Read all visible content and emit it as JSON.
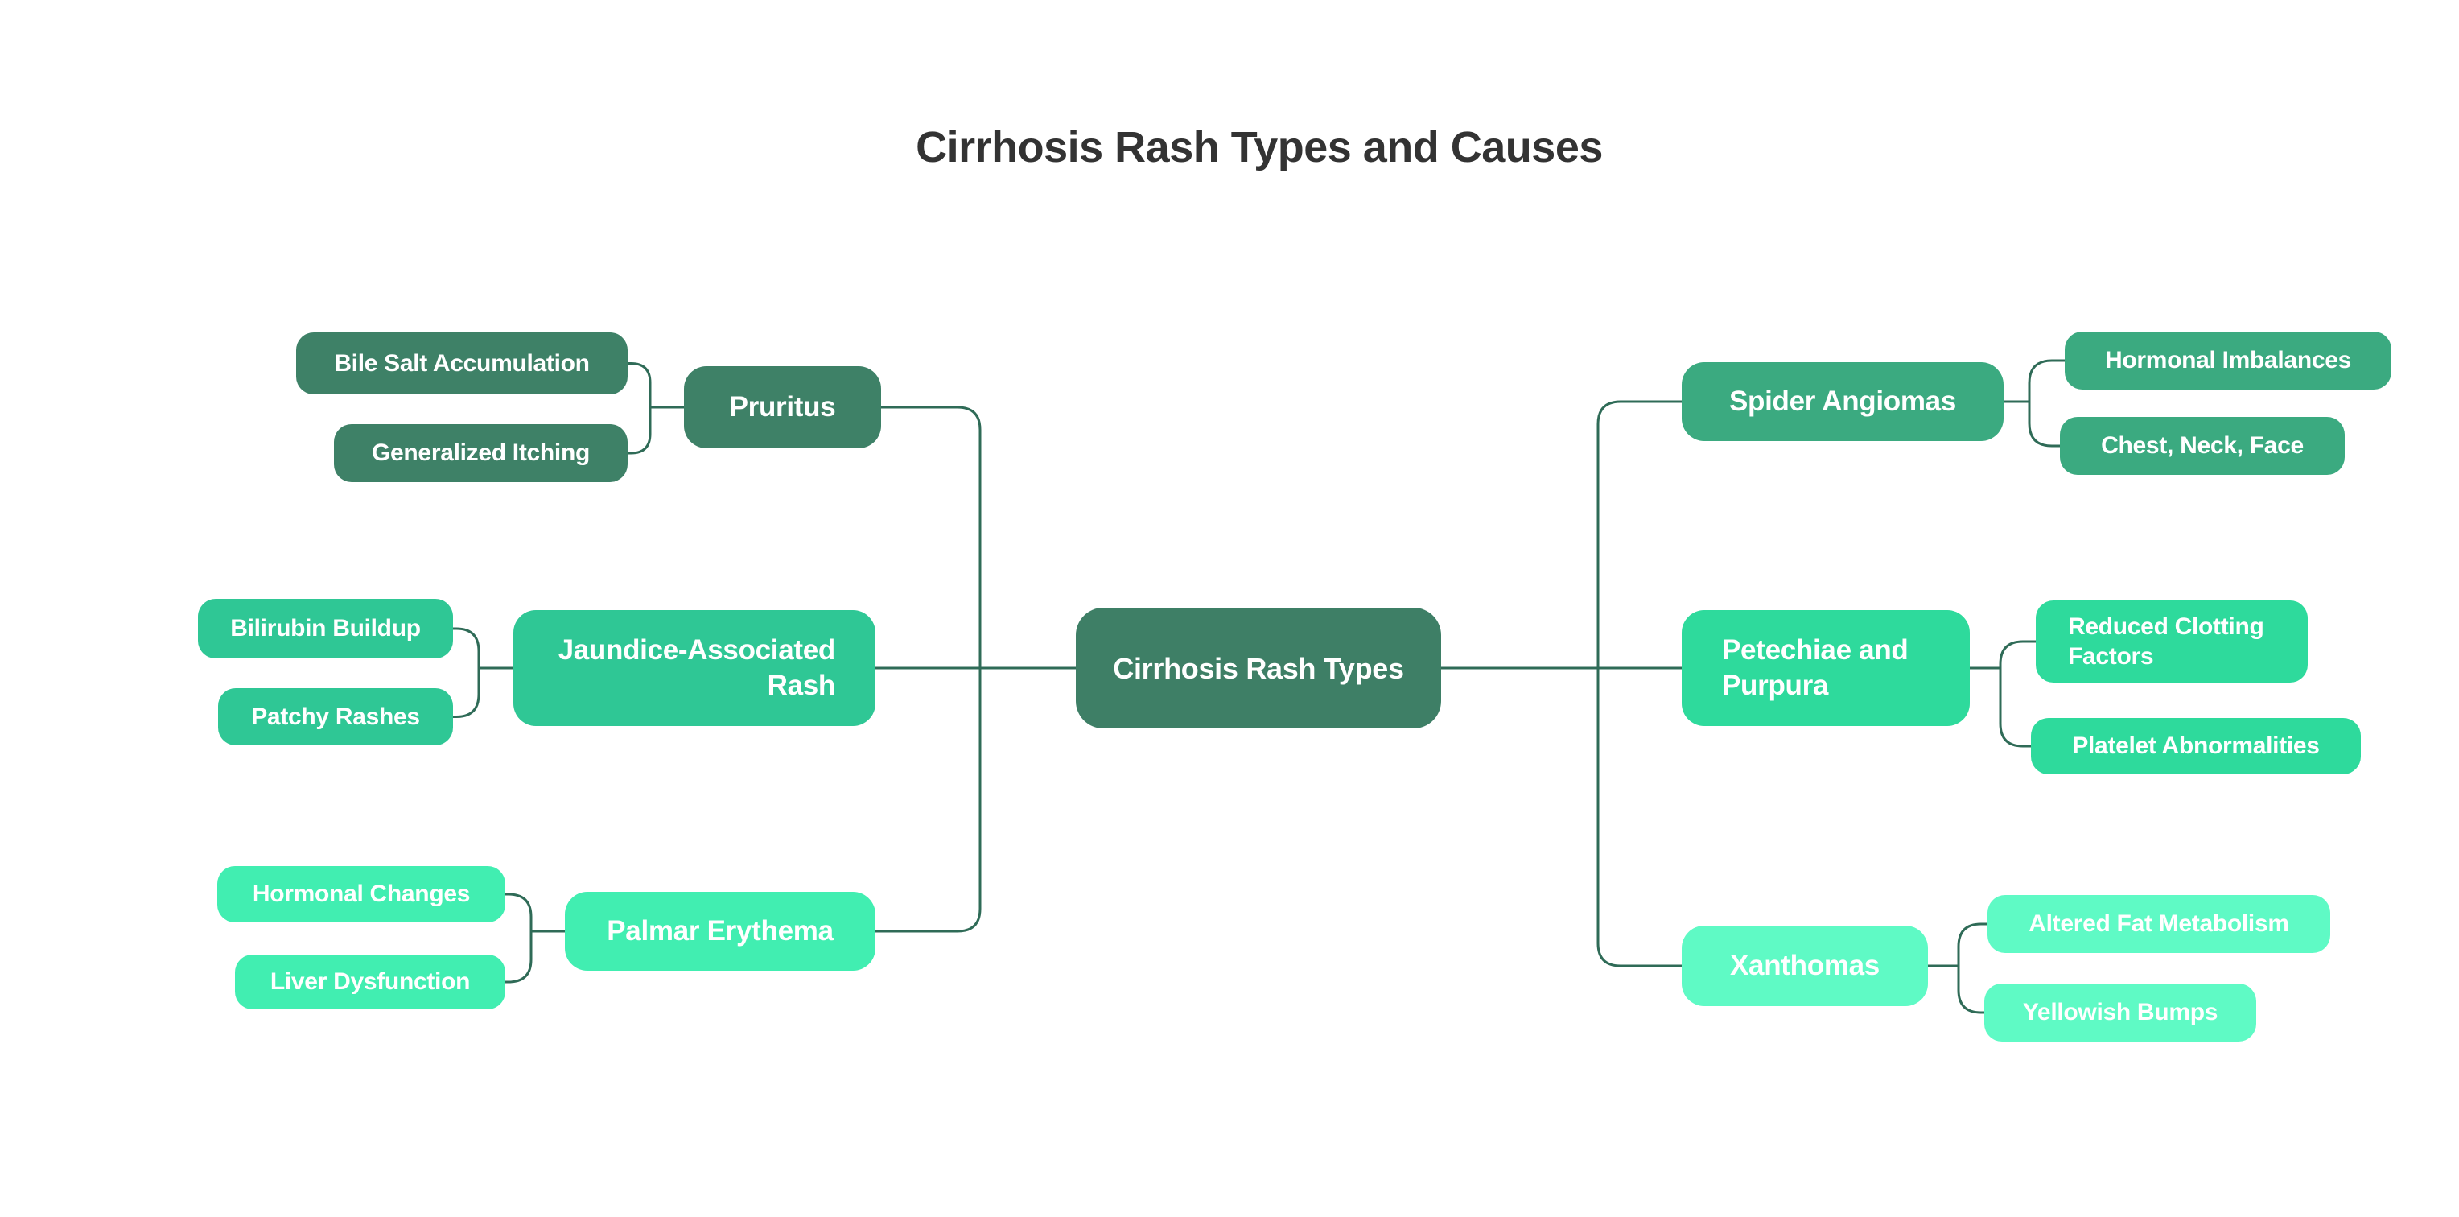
{
  "title": {
    "text": "Cirrhosis Rash Types and Causes",
    "color": "#333333"
  },
  "colors": {
    "edge": "#2F6B57",
    "node_text": "#FFFFFF",
    "background": "#FFFFFF"
  },
  "center": {
    "label": "Cirrhosis Rash Types",
    "color": "#3E7F66"
  },
  "branches": [
    {
      "label": "Pruritus",
      "color": "#3E8167",
      "children": [
        {
          "label": "Bile Salt Accumulation"
        },
        {
          "label": "Generalized Itching"
        }
      ]
    },
    {
      "label": "Jaundice-Associated Rash",
      "color": "#2FC795",
      "children": [
        {
          "label": "Bilirubin Buildup"
        },
        {
          "label": "Patchy Rashes"
        }
      ]
    },
    {
      "label": "Palmar Erythema",
      "color": "#41EEB1",
      "children": [
        {
          "label": "Hormonal Changes"
        },
        {
          "label": "Liver Dysfunction"
        }
      ]
    },
    {
      "label": "Spider Angiomas",
      "color": "#3BAA80",
      "children": [
        {
          "label": "Hormonal Imbalances"
        },
        {
          "label": "Chest, Neck, Face"
        }
      ]
    },
    {
      "label": "Petechiae and Purpura",
      "color": "#2EDA9C",
      "children": [
        {
          "label": "Reduced Clotting Factors"
        },
        {
          "label": "Platelet Abnormalities"
        }
      ]
    },
    {
      "label": "Xanthomas",
      "color": "#5FFAC5",
      "children": [
        {
          "label": "Altered Fat Metabolism"
        },
        {
          "label": "Yellowish Bumps"
        }
      ]
    }
  ]
}
